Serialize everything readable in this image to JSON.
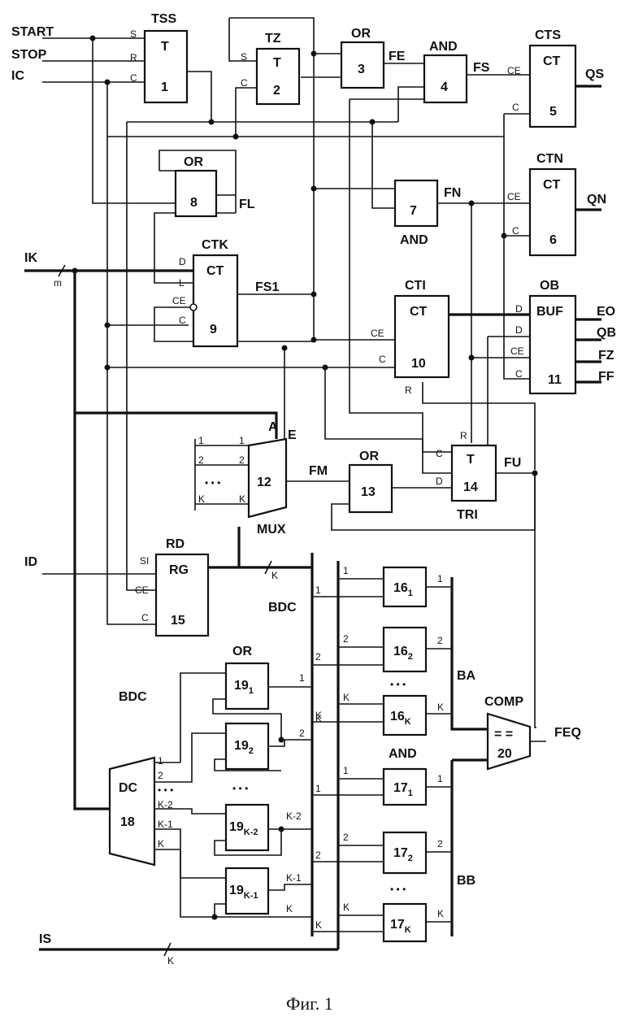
{
  "inputs": {
    "start": "START",
    "stop": "STOP",
    "ic": "IC",
    "ik": "IK",
    "id": "ID",
    "is": "IS"
  },
  "outputs": {
    "qs": "QS",
    "qn": "QN",
    "eo": "EO",
    "qb": "QB",
    "fz": "FZ",
    "ff": "FF"
  },
  "signals": {
    "fe": "FE",
    "fs": "FS",
    "fn": "FN",
    "fl": "FL",
    "fs1": "FS1",
    "fm": "FM",
    "fu": "FU",
    "feq": "FEQ",
    "a": "A",
    "e": "E",
    "bdc": "BDC",
    "bdc2": "BDC",
    "ba": "BA",
    "bb": "BB"
  },
  "bus_widths": {
    "m": "m",
    "k": "K"
  },
  "pins": {
    "s": "S",
    "r": "R",
    "c": "C",
    "ce": "CE",
    "d": "D",
    "l": "L",
    "si": "SI",
    "one": "1",
    "two": "2",
    "k": "K",
    "k1": "K-1",
    "k2": "K-2",
    "dots": "• • •"
  },
  "blocks": {
    "tss": {
      "name": "TSS",
      "type": "T",
      "num": "1"
    },
    "tz": {
      "name": "TZ",
      "type": "T",
      "num": "2"
    },
    "or3": {
      "name": "OR",
      "num": "3"
    },
    "and4": {
      "name": "AND",
      "num": "4"
    },
    "cts": {
      "name": "CTS",
      "type": "CT",
      "num": "5"
    },
    "ctn": {
      "name": "CTN",
      "type": "CT",
      "num": "6"
    },
    "and7": {
      "name": "AND",
      "num": "7"
    },
    "or8": {
      "name": "OR",
      "num": "8"
    },
    "ctk": {
      "name": "CTK",
      "type": "CT",
      "num": "9"
    },
    "cti": {
      "name": "CTI",
      "type": "CT",
      "num": "10"
    },
    "ob": {
      "name": "OB",
      "type": "BUF",
      "num": "11"
    },
    "mux": {
      "name": "MUX",
      "num": "12"
    },
    "or13": {
      "name": "OR",
      "num": "13"
    },
    "tri": {
      "name": "TRI",
      "type": "T",
      "num": "14"
    },
    "rd": {
      "name": "RD",
      "type": "RG",
      "num": "15"
    },
    "b16": {
      "base": "16",
      "subs": [
        "1",
        "2",
        "K"
      ]
    },
    "b17": {
      "name": "AND",
      "base": "17",
      "subs": [
        "1",
        "2",
        "K"
      ]
    },
    "dc": {
      "type": "DC",
      "num": "18"
    },
    "b19": {
      "name": "OR",
      "base": "19",
      "subs": [
        "1",
        "2",
        "K-2",
        "K-1"
      ]
    },
    "comp": {
      "name": "COMP",
      "type": "= =",
      "num": "20"
    }
  },
  "caption": "Фиг. 1"
}
